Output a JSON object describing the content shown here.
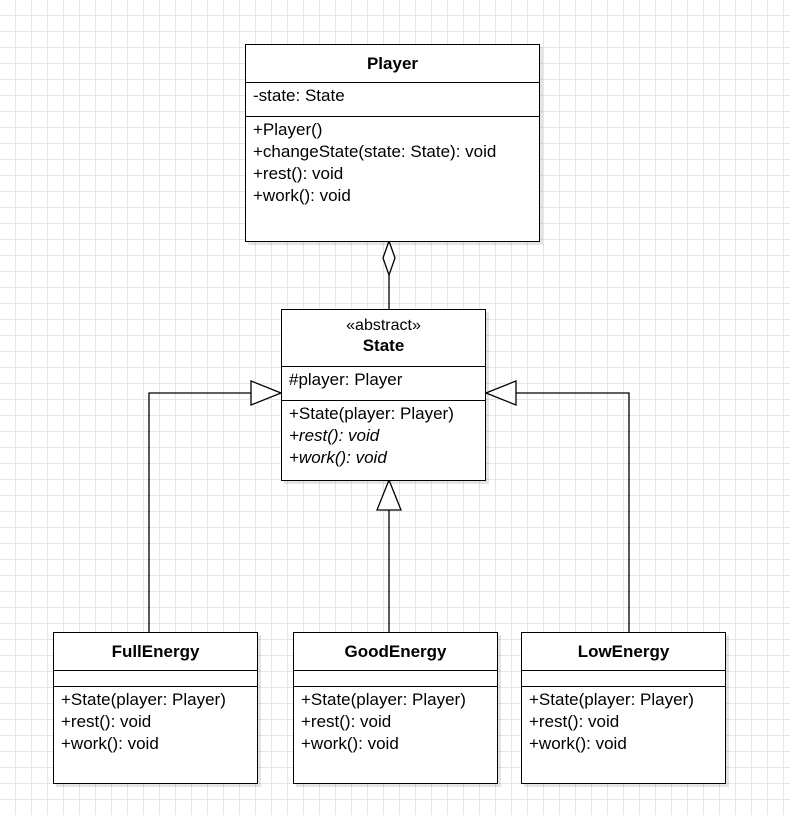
{
  "classes": {
    "player": {
      "name": "Player",
      "attributes": [
        "-state: State"
      ],
      "methods": [
        "+Player()",
        "+changeState(state: State): void",
        "+rest(): void",
        "+work(): void"
      ]
    },
    "state": {
      "stereotype": "«abstract»",
      "name": "State",
      "attributes": [
        "#player: Player"
      ],
      "methods": [
        "+State(player: Player)",
        "+rest(): void",
        "+work(): void"
      ]
    },
    "full_energy": {
      "name": "FullEnergy",
      "methods": [
        "+State(player: Player)",
        "+rest(): void",
        "+work(): void"
      ]
    },
    "good_energy": {
      "name": "GoodEnergy",
      "methods": [
        "+State(player: Player)",
        "+rest(): void",
        "+work(): void"
      ]
    },
    "low_energy": {
      "name": "LowEnergy",
      "methods": [
        "+State(player: Player)",
        "+rest(): void",
        "+work(): void"
      ]
    }
  },
  "relations": [
    {
      "type": "aggregation",
      "from": "State",
      "to": "Player"
    },
    {
      "type": "generalization",
      "from": "FullEnergy",
      "to": "State"
    },
    {
      "type": "generalization",
      "from": "GoodEnergy",
      "to": "State"
    },
    {
      "type": "generalization",
      "from": "LowEnergy",
      "to": "State"
    }
  ],
  "colors": {
    "line": "#000000",
    "fill": "#ffffff",
    "grid": "#e6e6e6"
  }
}
